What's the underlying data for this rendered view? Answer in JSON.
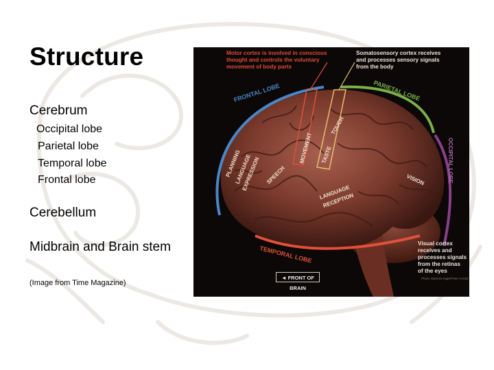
{
  "slide": {
    "title": "Structure",
    "items": [
      {
        "label": "Cerebrum"
      },
      {
        "label": "Occipital lobe"
      },
      {
        "label": "Parietal lobe"
      },
      {
        "label": "Temporal lobe"
      },
      {
        "label": "Frontal lobe"
      },
      {
        "label": "Cerebellum"
      },
      {
        "label": "Midbrain and Brain stem"
      }
    ],
    "caption": "(Image from Time Magazine)"
  },
  "figure": {
    "motor_note": "Motor cortex is involved in conscious thought and controls the voluntary movement of body parts",
    "motor_lines": [
      "Motor cortex is involved in conscious",
      "thought and controls the voluntary",
      "movement of body parts"
    ],
    "somato_lines": [
      "Somatosensory cortex receives",
      "and processes sensory signals",
      "from the body"
    ],
    "visual_lines": [
      "Visual cortex",
      "receives and",
      "processes signals",
      "from the retinas",
      "of the eyes"
    ],
    "credit": "Photo: Mannes Kage/Peter Arnold",
    "front_of_brain": "FRONT OF BRAIN",
    "lobes": {
      "frontal": "FRONTAL LOBE",
      "parietal": "PARIETAL LOBE",
      "occipital": "OCCIPITAL LOBE",
      "temporal": "TEMPORAL LOBE"
    },
    "functions": {
      "planning": "PLANNING",
      "language": "LANGUAGE",
      "expression": "EXPRESSION",
      "speech": "SPEECH",
      "movement": "MOVEMENT",
      "touch": "TOUCH",
      "taste": "TASTE",
      "language2": "LANGUAGE",
      "reception": "RECEPTION",
      "vision": "VISION"
    },
    "colors": {
      "frontal": "#4a86c8",
      "parietal": "#7bb04a",
      "occipital": "#8a3f8a",
      "temporal": "#e0503a",
      "motor": "#e0503a",
      "somato": "#e8c070"
    }
  }
}
